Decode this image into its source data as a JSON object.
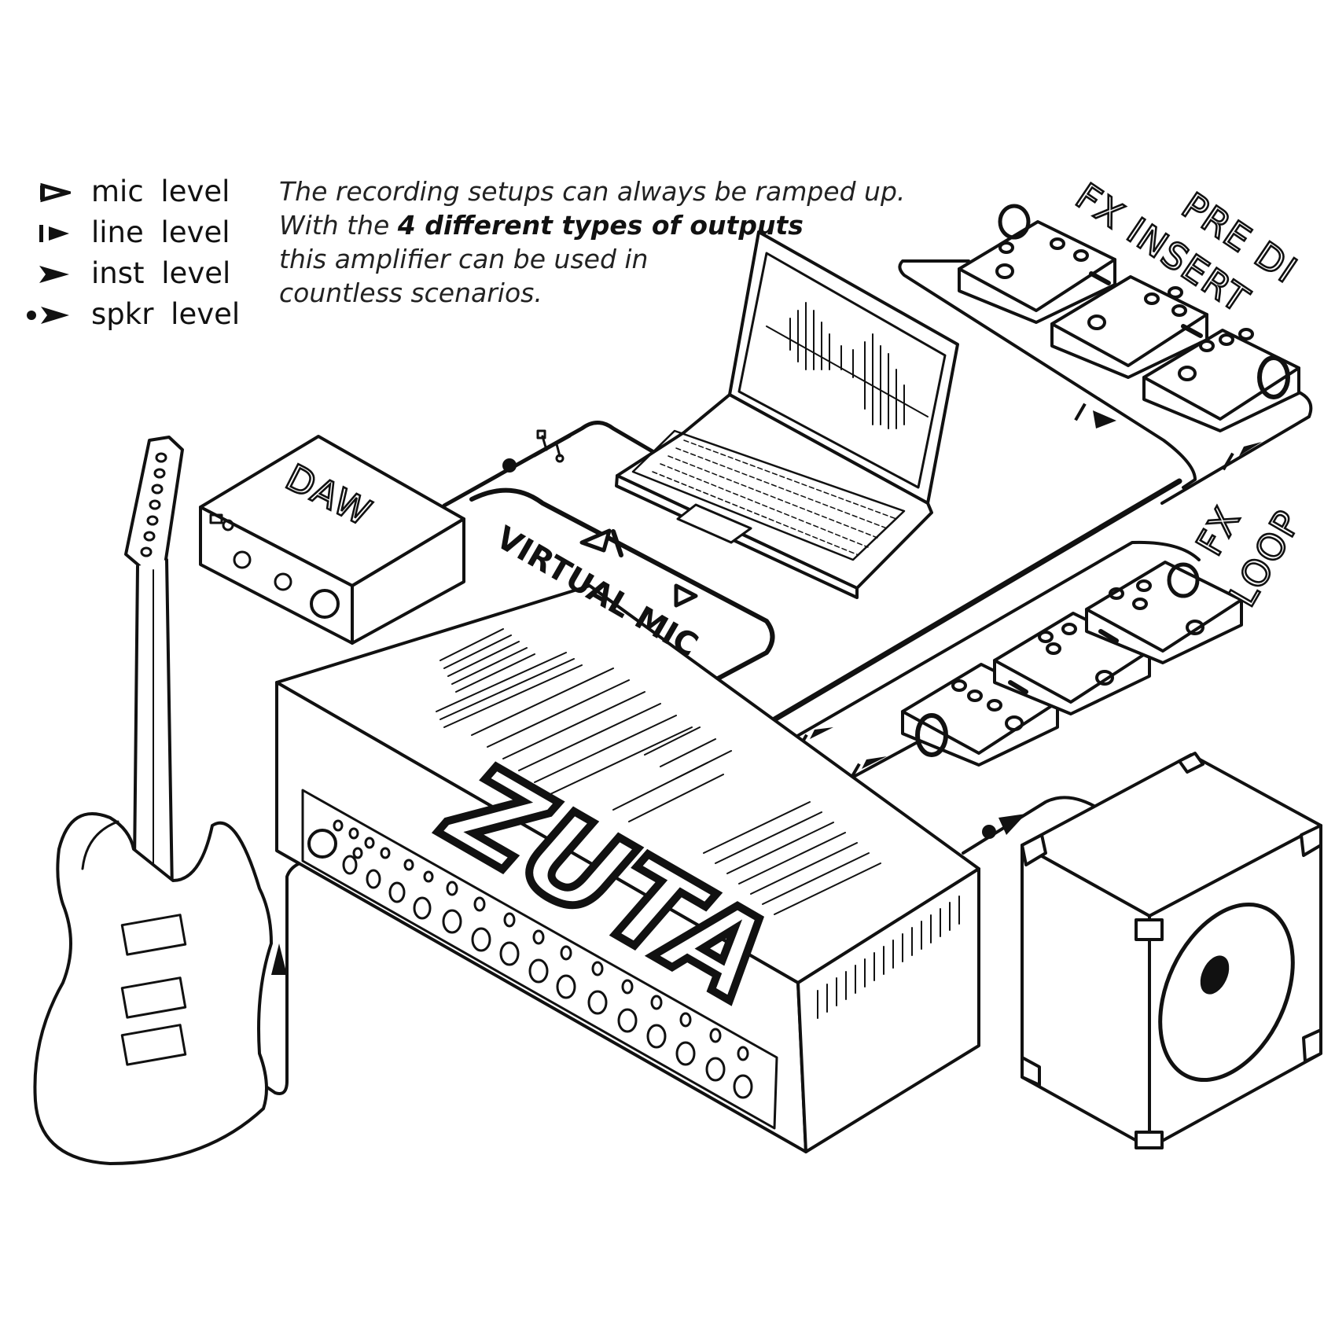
{
  "legend": [
    {
      "symbol": "mic-level-arrow",
      "label": "mic  level"
    },
    {
      "symbol": "line-level-arrow",
      "label": "line  level"
    },
    {
      "symbol": "inst-level-arrow",
      "label": "inst  level"
    },
    {
      "symbol": "spkr-level-arrow",
      "label": "spkr level"
    }
  ],
  "note": {
    "line1": "The recording setups can always be ramped up.",
    "line2_prefix": "With the ",
    "line2_bold": "4 different types of outputs",
    "line3": "this amplifier can be used in",
    "line4": "countless scenarios."
  },
  "labels": {
    "daw": "DAW",
    "virtual_mic": "VIRTUAL MIC",
    "fx_insert": "FX INSERT",
    "pre_di": "PRE DI",
    "fx": "FX",
    "loop": "LOOP",
    "brand": "ZUTA"
  },
  "colors": {
    "ink": "#111111",
    "paper": "#ffffff"
  }
}
